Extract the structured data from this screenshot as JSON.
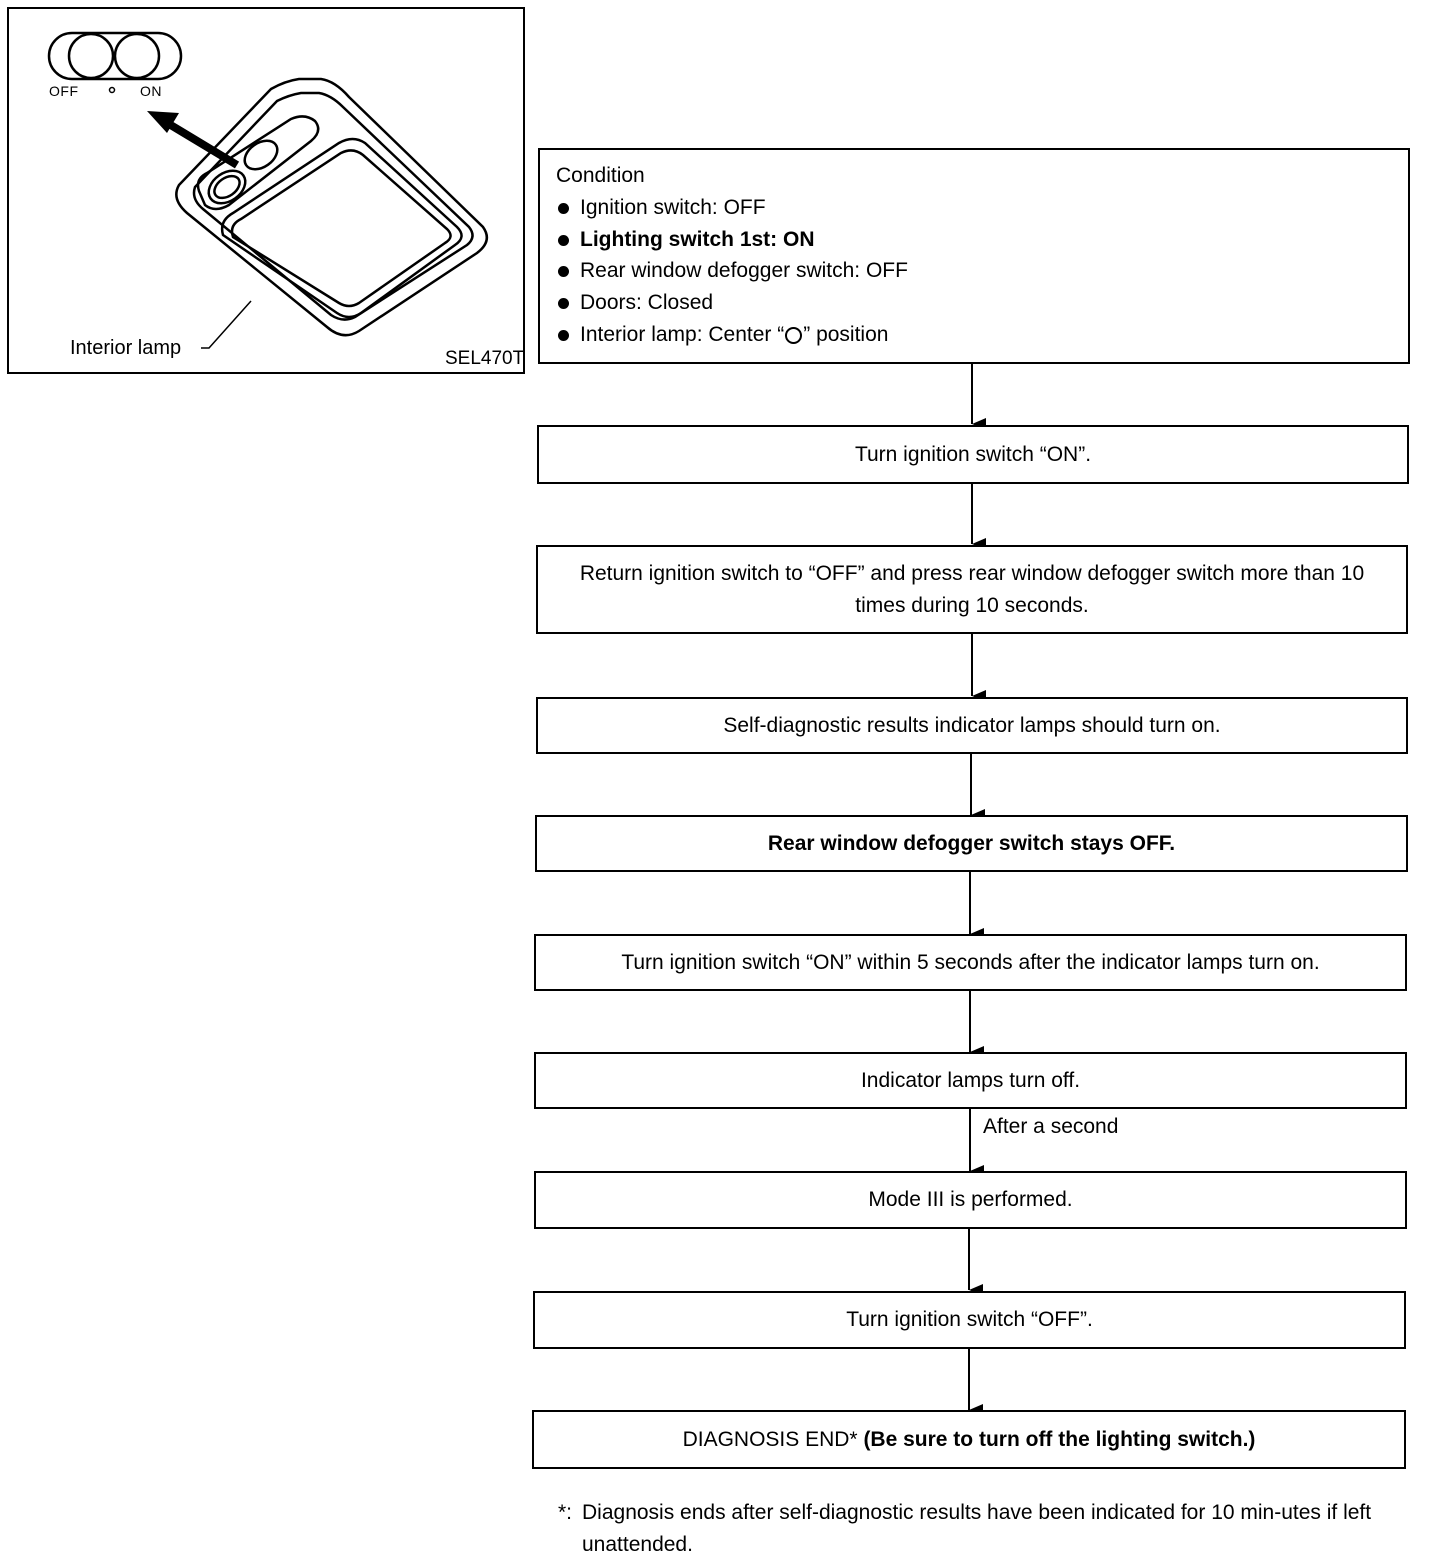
{
  "figure": {
    "switch_off_label": "OFF",
    "switch_on_label": "ON",
    "callout_label": "Interior lamp",
    "figure_code": "SEL470T"
  },
  "condition": {
    "title": "Condition",
    "items": [
      {
        "text": "Ignition switch: OFF",
        "bold": false
      },
      {
        "text": "Lighting switch 1st: ON",
        "bold": true
      },
      {
        "text": "Rear window defogger switch: OFF",
        "bold": false
      },
      {
        "text": "Doors: Closed",
        "bold": false
      },
      {
        "text_before": "Interior lamp: Center “",
        "text_after": "” position",
        "bold": false
      }
    ]
  },
  "steps": [
    {
      "text": "Turn ignition switch “ON”.",
      "bold": false
    },
    {
      "text": "Return ignition switch to “OFF” and press rear window defogger switch more than 10 times during 10 seconds.",
      "bold": false
    },
    {
      "text": "Self-diagnostic results indicator lamps should turn on.",
      "bold": false
    },
    {
      "text": "Rear window defogger switch stays OFF.",
      "bold": true
    },
    {
      "text": "Turn ignition switch “ON” within 5 seconds after the indicator lamps turn on.",
      "bold": false
    },
    {
      "text": "Indicator lamps turn off.",
      "bold": false
    },
    {
      "text": "Mode III is performed.",
      "bold": false
    },
    {
      "text": "Turn ignition switch “OFF”.",
      "bold": false
    },
    {
      "text_plain": "DIAGNOSIS END* ",
      "text_bold": "(Be sure to turn off the lighting switch.)"
    }
  ],
  "edge_label": "After a second",
  "footnote": {
    "mark": "*:",
    "text": "Diagnosis ends after self-diagnostic results have been indicated for 10 min-utes if left unattended."
  }
}
